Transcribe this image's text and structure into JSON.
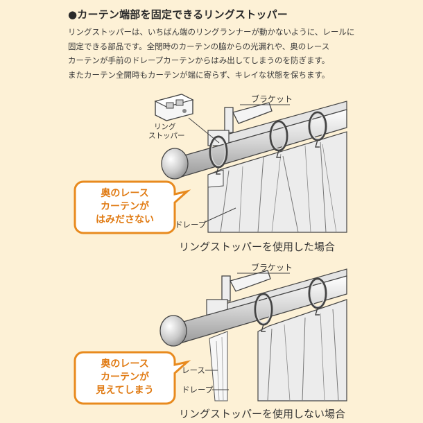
{
  "heading": "●カーテン端部を固定できるリングストッパー",
  "description": [
    "リングストッパーは、いちばん端のリングランナーが動かないように、レールに",
    "固定できる部品です。全閉時のカーテンの脇からの光漏れや、奥のレース",
    "カーテンが手前のドレープカーテンからはみ出してしまうのを防ぎます。",
    "またカーテン全開時もカーテンが端に寄らず、キレイな状態を保ちます。"
  ],
  "diagram1": {
    "bracket_label": "ブラケット",
    "stopper_label_line1": "リング",
    "stopper_label_line2": "ストッパー",
    "bubble_line1": "奥のレース",
    "bubble_line2": "カーテンが",
    "bubble_line3": "はみださない",
    "drape_label": "ドレープ",
    "caption": "リングストッパーを使用した場合"
  },
  "diagram2": {
    "bracket_label": "ブラケット",
    "bubble_line1": "奥のレース",
    "bubble_line2": "カーテンが",
    "bubble_line3": "見えてしまう",
    "lace_label": "レース",
    "drape_label": "ドレープ",
    "caption": "リングストッパーを使用しない場合"
  },
  "colors": {
    "background": "#fdf1d6",
    "bubble_border": "#e88a1e",
    "bubble_text": "#e07b14",
    "curtain": "#e9e9e9",
    "line": "#444444"
  }
}
